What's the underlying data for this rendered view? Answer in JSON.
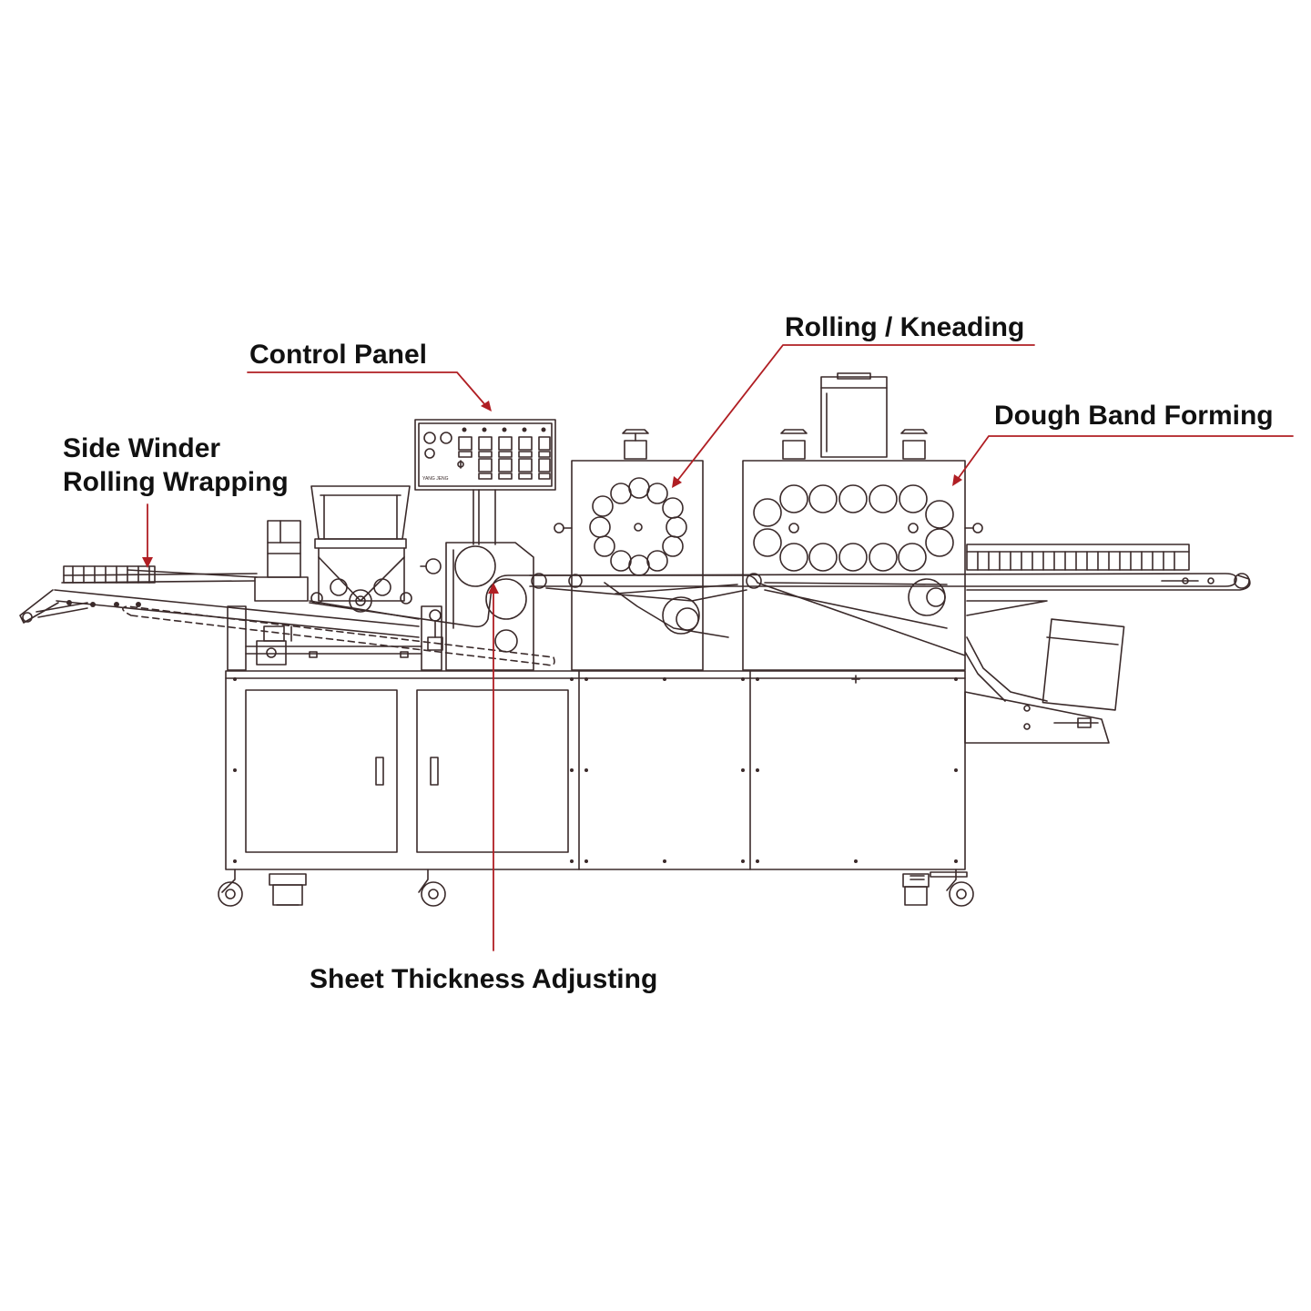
{
  "labels": {
    "control_panel": "Control Panel",
    "rolling_kneading": "Rolling / Kneading",
    "dough_band_forming": "Dough Band Forming",
    "side_winder_line1": "Side Winder",
    "side_winder_line2": "Rolling Wrapping",
    "sheet_thickness": "Sheet Thickness Adjusting"
  },
  "panel_text": {
    "brand": "YANG JENG"
  },
  "colors": {
    "line": "#3a2a2a",
    "leader": "#b01e23",
    "text": "#111111",
    "background": "#ffffff"
  }
}
